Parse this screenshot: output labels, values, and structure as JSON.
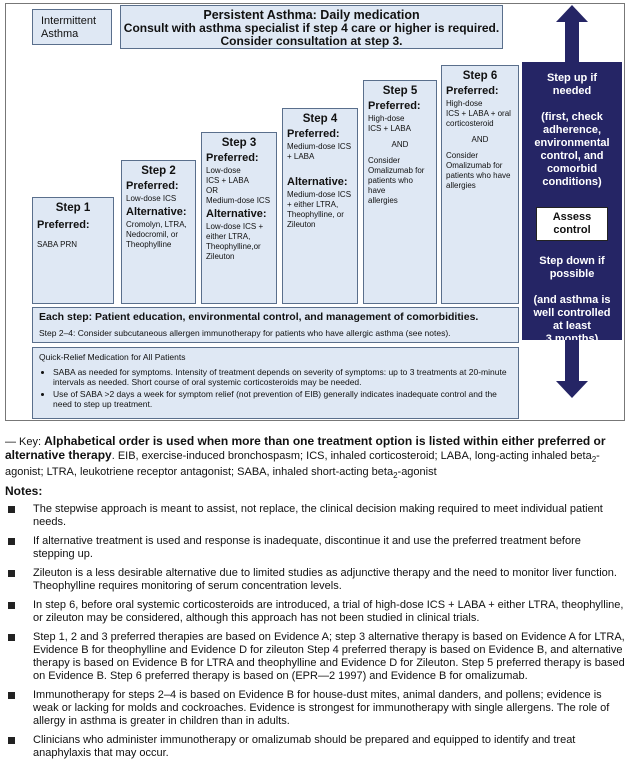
{
  "intermittent": {
    "line1": "Intermittent",
    "line2": "Asthma"
  },
  "persistent": {
    "title": "Persistent Asthma: Daily medication",
    "line2": "Consult with asthma specialist if step 4 care or higher is required.",
    "line3": "Consider consultation at step 3."
  },
  "steps": [
    {
      "title": "Step 1",
      "preferred_label": "Preferred:",
      "preferred": "SABA PRN"
    },
    {
      "title": "Step 2",
      "preferred_label": "Preferred:",
      "preferred": "Low-dose ICS",
      "alt_label": "Alternative:",
      "alternative": "Cromolyn, LTRA,\nNedocromil, or\nTheophylline"
    },
    {
      "title": "Step 3",
      "preferred_label": "Preferred:",
      "preferred": "Low-dose\nICS + LABA\nOR\nMedium-dose ICS",
      "alt_label": "Alternative:",
      "alternative": "Low-dose ICS +\neither LTRA,\nTheophylline,or\nZileuton"
    },
    {
      "title": "Step 4",
      "preferred_label": "Preferred:",
      "preferred": "Medium-dose ICS\n+ LABA",
      "alt_label": "Alternative:",
      "alternative": "Medium-dose ICS\n+ either LTRA,\nTheophylline, or\nZileuton"
    },
    {
      "title": "Step 5",
      "preferred_label": "Preferred:",
      "preferred": "High-dose\nICS + LABA",
      "and": "AND",
      "extra": "Consider\nOmalizumab for\npatients who have\nallergies"
    },
    {
      "title": "Step 6",
      "preferred_label": "Preferred:",
      "preferred": "High-dose\nICS + LABA + oral\ncorticosteroid",
      "and": "AND",
      "extra": "Consider\nOmalizumab for\npatients who have\nallergies"
    }
  ],
  "right_panel": {
    "step_up": [
      "Step up if",
      "needed",
      "",
      "(first, check",
      "adherence,",
      "environmental",
      "control, and",
      "comorbid",
      "conditions)"
    ],
    "assess": [
      "Assess",
      "control"
    ],
    "step_down": [
      "Step down if",
      "possible",
      "",
      "(and asthma is",
      "well controlled",
      "at least",
      "3 months)"
    ]
  },
  "each_step": {
    "line1": "Each step:  Patient education, environmental control, and management of comorbidities.",
    "line2": "Step 2–4:   Consider subcutaneous allergen immunotherapy for patients who have allergic asthma (see notes)."
  },
  "quick_relief": {
    "title": "Quick-Relief Medication for All Patients",
    "bullets": [
      "SABA as needed for symptoms. Intensity of treatment depends on severity of symptoms: up to 3 treatments at 20-minute intervals as needed. Short course of oral systemic corticosteroids may be needed.",
      "Use of SABA >2 days a week for symptom relief (not prevention of EIB) generally indicates inadequate control and the need to step up treatment."
    ]
  },
  "key": {
    "prefix": "— Key:  ",
    "bold": "Alphabetical order is used when more than one treatment option is listed within either preferred or alternative therapy",
    "rest_a": ". EIB, exercise-induced bronchospasm; ICS, inhaled corticosteroid; LABA, long-acting inhaled beta",
    "sub1": "2",
    "rest_b": "-agonist; LTRA, leukotriene receptor antagonist; SABA, inhaled short-acting beta",
    "sub2": "2",
    "rest_c": "-agonist"
  },
  "notes_title": "Notes:",
  "notes": [
    "The stepwise approach is meant to assist, not replace, the clinical decision making required to meet individual patient needs.",
    "If alternative treatment is used and response is inadequate, discontinue it and use the preferred treatment before stepping up.",
    "Zileuton is a less desirable alternative due to limited studies as adjunctive therapy and the need to monitor liver function. Theophylline requires monitoring of serum concentration levels.",
    "In step 6, before oral systemic corticosteroids are introduced, a trial of high-dose ICS + LABA + either LTRA, theophylline, or zileuton may be considered, although this approach has not been studied in clinical trials.",
    "Step 1, 2 and 3 preferred therapies are based on Evidence A; step 3 alternative therapy is based on Evidence A for LTRA, Evidence B for theophylline and Evidence D for zileuton  Step 4 preferred therapy is based on Evidence B, and alternative therapy is based on Evidence B for LTRA and theophylline and Evidence D for Zileuton.  Step 5 preferred therapy is based on Evidence B.  Step 6 preferred therapy is based on (EPR—2 1997) and Evidence B for omalizumab.",
    "Immunotherapy for steps 2–4 is based on Evidence B for house-dust mites, animal danders, and pollens; evidence is weak or lacking for molds and cockroaches. Evidence is strongest for immunotherapy with single allergens. The role of allergy in asthma is greater in children than in adults.",
    "Clinicians who administer immunotherapy or omalizumab should be prepared and equipped to identify and treat anaphylaxis that may occur."
  ]
}
